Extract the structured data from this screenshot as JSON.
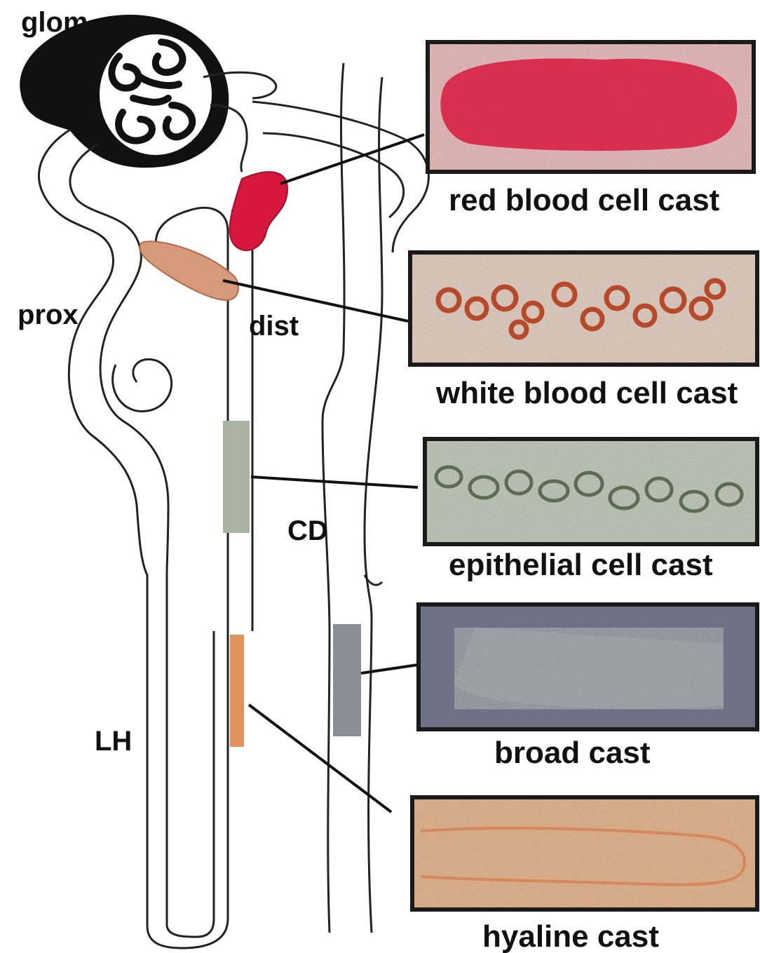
{
  "regions": {
    "glom": "glom",
    "prox": "prox",
    "dist": "dist",
    "cd": "CD",
    "lh": "LH"
  },
  "casts": [
    {
      "caption": "red blood cell cast",
      "bg": "#f7c9c9",
      "cells": "#d8173e"
    },
    {
      "caption": "white blood cell cast",
      "bg": "#f1ddd0",
      "cells": "#b6492a"
    },
    {
      "caption": "epithelial cell cast",
      "bg": "#cfd7c8",
      "cells": "#5d6b55"
    },
    {
      "caption": "broad cast",
      "bg": "#6e7184",
      "cells": "#b3b5bd"
    },
    {
      "caption": "hyaline cast",
      "bg": "#f2c39a",
      "cells": "#d9784a"
    }
  ],
  "colors": {
    "rbc_blob": "#d8173e",
    "wbc_segment": "#d49a7a",
    "epithelial_segment": "#aab3a2",
    "broad_segment": "#8a8d95",
    "hyaline_segment": "#e0935a"
  }
}
